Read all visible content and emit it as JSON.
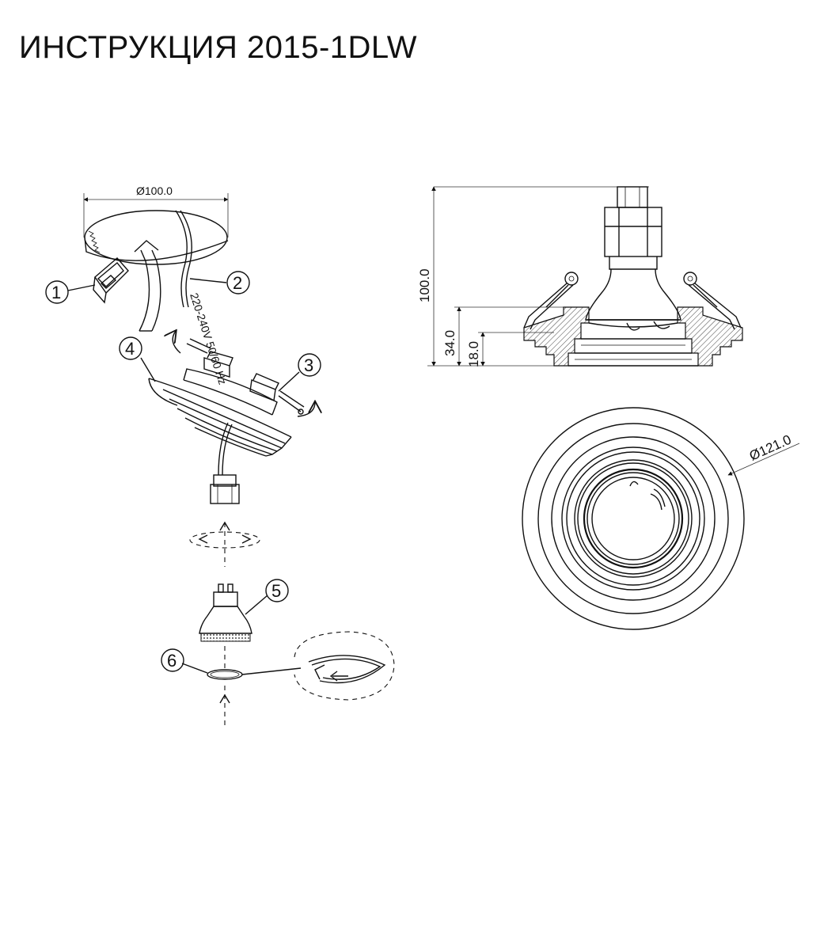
{
  "title": "ИНСТРУКЦИЯ 2015-1DLW",
  "dimensions": {
    "cutout_diameter": "Ø100.0",
    "outer_diameter": "Ø121.0",
    "total_height": "100.0",
    "flange_height": "34.0",
    "body_height": "18.0"
  },
  "wiring_label": "220-240V 50/60 Hz",
  "callouts": [
    "1",
    "2",
    "3",
    "4",
    "5",
    "6"
  ]
}
